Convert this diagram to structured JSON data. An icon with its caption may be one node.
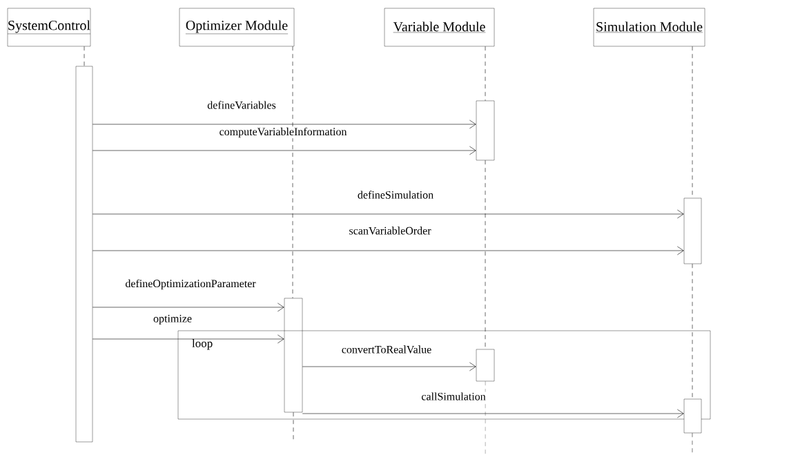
{
  "diagram": {
    "nodes": [
      {
        "text": [
          "SystemControl"
        ]
      },
      {
        "text": [
          "Optimizer Module"
        ]
      },
      {
        "text": [
          "Variable Module"
        ]
      },
      {
        "text": [
          "Simulation Module"
        ]
      },
      {
        "text": [],
        "shape": "bar"
      },
      {
        "text": [],
        "shape": "bar"
      },
      {
        "text": [],
        "shape": "bar"
      },
      {
        "text": [],
        "shape": "bar"
      },
      {
        "text": [
          "loop"
        ]
      },
      {
        "text": [],
        "shape": "bar",
        "in": 8
      },
      {
        "text": [],
        "shape": "bar",
        "in": 8
      }
    ],
    "edges": [
      {
        "from": 4,
        "to": 5,
        "arrow": "to",
        "label": "defineVariables"
      },
      {
        "from": 4,
        "to": 5,
        "arrow": "to",
        "label": "computeVariableInformation"
      },
      {
        "from": 4,
        "to": 6,
        "arrow": "to",
        "label": "defineSimulation"
      },
      {
        "from": 4,
        "to": 6,
        "arrow": "to",
        "label": "scanVariableOrder"
      },
      {
        "from": 4,
        "to": 7,
        "arrow": "to",
        "label": "defineOptimizationParameter"
      },
      {
        "from": 4,
        "to": 7,
        "arrow": "to",
        "label": "optimize"
      },
      {
        "from": 7,
        "to": 9,
        "arrow": "to",
        "label": "convertToRealValue"
      },
      {
        "from": 7,
        "to": 10,
        "arrow": "to",
        "label": "callSimulation"
      },
      {
        "from": 0,
        "to": 4,
        "arrow": "none",
        "style": "dashed"
      },
      {
        "from": 1,
        "to": 7,
        "arrow": "none",
        "style": "dashed"
      },
      {
        "from": 2,
        "to": 5,
        "arrow": "none",
        "style": "dashed"
      },
      {
        "from": 5,
        "to": 9,
        "arrow": "none",
        "style": "dashed"
      },
      {
        "from": 3,
        "to": 6,
        "arrow": "none",
        "style": "dashed"
      },
      {
        "from": 6,
        "to": 10,
        "arrow": "none",
        "style": "dashed"
      }
    ]
  }
}
